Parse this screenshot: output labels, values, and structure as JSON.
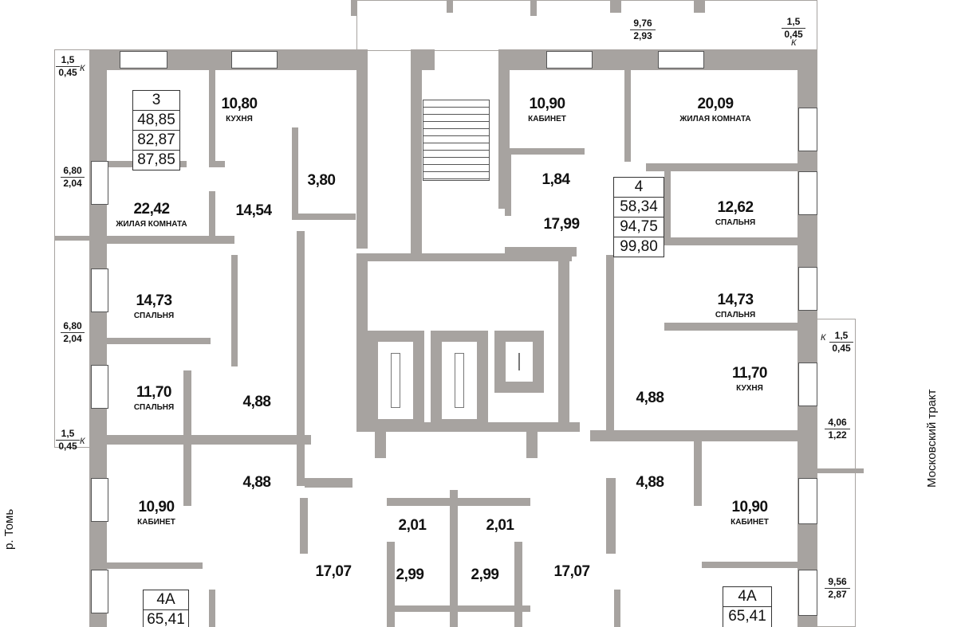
{
  "rooms": [
    {
      "area": "10,80",
      "name": "КУХНЯ"
    },
    {
      "area": "3,80"
    },
    {
      "area": "14,54"
    },
    {
      "area": "22,42",
      "name": "ЖИЛАЯ КОМНАТА"
    },
    {
      "area": "14,73",
      "name": "СПАЛЬНЯ"
    },
    {
      "area": "11,70",
      "name": "СПАЛЬНЯ"
    },
    {
      "area": "4,88"
    },
    {
      "area": "4,88"
    },
    {
      "area": "10,90",
      "name": "КАБИНЕТ"
    },
    {
      "area": "17,07"
    },
    {
      "area": "2,01"
    },
    {
      "area": "2,99"
    },
    {
      "area": "2,01"
    },
    {
      "area": "2,99"
    },
    {
      "area": "17,07"
    },
    {
      "area": "10,90",
      "name": "КАБИНЕТ"
    },
    {
      "area": "20,09",
      "name": "ЖИЛАЯ КОМНАТА"
    },
    {
      "area": "1,84"
    },
    {
      "area": "17,99"
    },
    {
      "area": "12,62",
      "name": "СПАЛЬНЯ"
    },
    {
      "area": "14,73",
      "name": "СПАЛЬНЯ"
    },
    {
      "area": "11,70",
      "name": "КУХНЯ"
    },
    {
      "area": "4,88"
    },
    {
      "area": "4,88"
    },
    {
      "area": "10,90",
      "name": "КАБИНЕТ"
    }
  ],
  "apartments": [
    {
      "number": "3",
      "living": "48,85",
      "total": "82,87",
      "total_with_balcony": "87,85"
    },
    {
      "number": "4",
      "living": "58,34",
      "total": "94,75",
      "total_with_balcony": "99,80"
    },
    {
      "number": "4А",
      "living": "65,41"
    },
    {
      "number": "4А",
      "living": "65,41"
    }
  ],
  "balconies": [
    {
      "area": "1,5",
      "reduced": "0,45",
      "mark": "К"
    },
    {
      "area": "6,80",
      "reduced": "2,04"
    },
    {
      "area": "6,80",
      "reduced": "2,04"
    },
    {
      "area": "1,5",
      "reduced": "0,45",
      "mark": "К"
    },
    {
      "area": "9,76",
      "reduced": "2,93"
    },
    {
      "area": "1,5",
      "reduced": "0,45",
      "mark": "К"
    },
    {
      "area": "1,5",
      "reduced": "0,45",
      "mark": "К"
    },
    {
      "area": "4,06",
      "reduced": "1,22"
    },
    {
      "area": "9,56",
      "reduced": "2,87"
    }
  ],
  "streets": {
    "left": "р. Томь",
    "right": "Московский тракт"
  }
}
